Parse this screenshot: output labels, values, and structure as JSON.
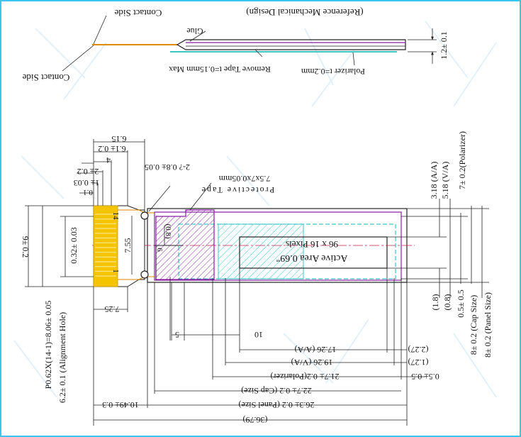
{
  "top_view": {
    "contact_side_top": "Contact Side",
    "contact_side_bottom": "Contact Side",
    "reference_title": "(Reference Mechanical Design)",
    "glue": "Glue",
    "remove_tape": "Remove Tape t=0.15mm Max",
    "polarizer": "Polarizer t=0.2mm",
    "thickness": "1.2± 0.1"
  },
  "front_view": {
    "top_dims": [
      "6.15",
      "6.1± 0.2",
      "4",
      "2± 0.2",
      "1± 0.03",
      "0.1"
    ],
    "hole_note": "2-?  0.8± 0.05",
    "protective_tape": "Protective Tape",
    "protective_tape_size": "7.5x7x0.05mm",
    "active_area": "Active Area 0.69\"",
    "pixels": "96 x 16 Pixels",
    "right_dims": [
      "3.18 (A/A)",
      "5.18 (V/A)",
      "7± 0.2(Polarizer)"
    ],
    "right_lower_dims": [
      "(1.8)",
      "(0.8)",
      "0.5± 0.5",
      "8± 0.2 (Cap Size)",
      "8± 0.2 (Panel Size)"
    ],
    "left_dims": [
      "9± 0.2",
      "0.32± 0.03",
      "7.55",
      "(0.8)",
      "6",
      "P0.62X(14-1)=8.06± 0.05",
      "6.2± 0.1 (Alignment Hole)"
    ],
    "pin_label_1": "1",
    "pin_label_14": "14",
    "bottom_dims": {
      "d725": "7.25",
      "d5": "5",
      "d10": "10",
      "aa": "17.26 (A/A)",
      "aa_r": "(2.27)",
      "va": "19.26 (V/A)",
      "va_r": "(1.27)",
      "pol": "21.7± 0.2(Polarizer)",
      "pol_r": "0.5± 0.5",
      "cap": "22.7± 0.2 (Cap Size)",
      "panel": "26.3± 0.2 (Panel Size)",
      "lead": "10.49± 0.3",
      "total": "(36.79)"
    }
  },
  "colors": {
    "line": "#222222",
    "purple": "#8a1fa3",
    "cyan": "#3cc6c6",
    "fpc": "#f5c400",
    "dash": "#c51d4c",
    "frame": "#39c6f0"
  }
}
